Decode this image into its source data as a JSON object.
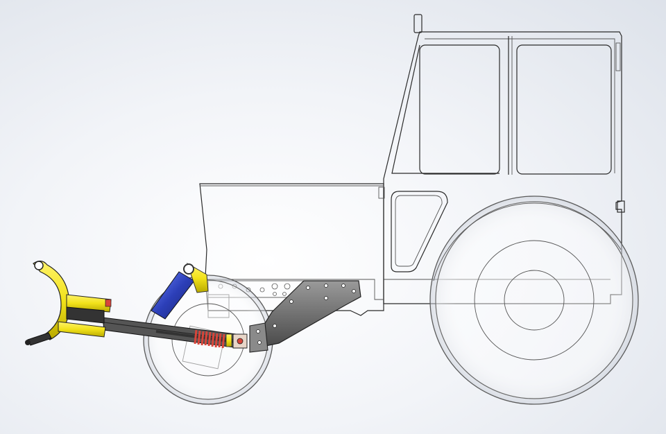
{
  "scene": {
    "colors": {
      "background_center": "#ffffff",
      "background_edge": "#dde2ea",
      "outline": "#2a2a2a",
      "blade_yellow": "#f2e21a",
      "hydraulic_blue": "#2c3fb8",
      "spring_red": "#d8453a",
      "bracket_grey": "#6e6e6e"
    },
    "components": [
      "cab",
      "hood",
      "rear-wheel",
      "front-wheel",
      "mounting-plate",
      "push-frame",
      "snow-blade",
      "hydraulic-cylinder",
      "spring-damper"
    ]
  }
}
